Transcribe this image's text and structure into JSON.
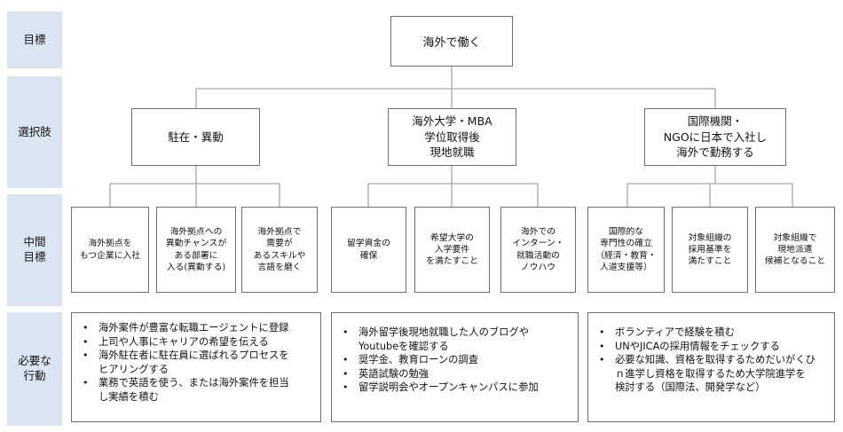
{
  "row_labels": {
    "goal": "目標",
    "options": "選択肢",
    "intermediate": "中間\n目標",
    "actions": "必要な\n行動"
  },
  "goal": "海外で働く",
  "options": [
    "駐在・異動",
    "海外大学・MBA\n学位取得後\n現地就職",
    "国際機関・\nNGOに日本で入社し\n海外で勤務する"
  ],
  "intermediate_goals": [
    "海外拠点を\nもつ企業に入社",
    "海外拠点への\n異動チャンスが\nある部署に\n入る(異動する)",
    "海外拠点で\n需要が\nあるスキルや\n言語を磨く",
    "留学資金の\n確保",
    "希望大学の\n入学要件\nを満たすこと",
    "海外での\nインターン・\n就職活動の\nノウハウ",
    "国際的な\n専門性の確立\n（経済・教育・\n人道支援等）",
    "対象組織の\n採用基準を\n満たすこと",
    "対象組織で\n現地派遣\n候補となること"
  ],
  "actions": [
    [
      "海外案件が豊富な転職エージェントに登録",
      "上司や人事にキャリアの希望を伝える",
      "海外駐在者に駐在員に選ばれるプロセスを\nヒアリングする",
      "業務で英語を使う、または海外案件を担当\nし実績を積む"
    ],
    [
      "海外留学後現地就職した人のブログや\nYoutubeを確認する",
      "奨学金、教育ローンの調査",
      "英語試験の勉強",
      "留学説明会やオープンキャンパスに参加"
    ],
    [
      "ボランティアで経験を積む",
      "UNやJICAの採用情報をチェックする",
      "必要な知識、資格を取得するためだいがくひ\nｎ進学し資格を取得するため大学院進学を\n検討する（国際法、開発学など）"
    ]
  ]
}
